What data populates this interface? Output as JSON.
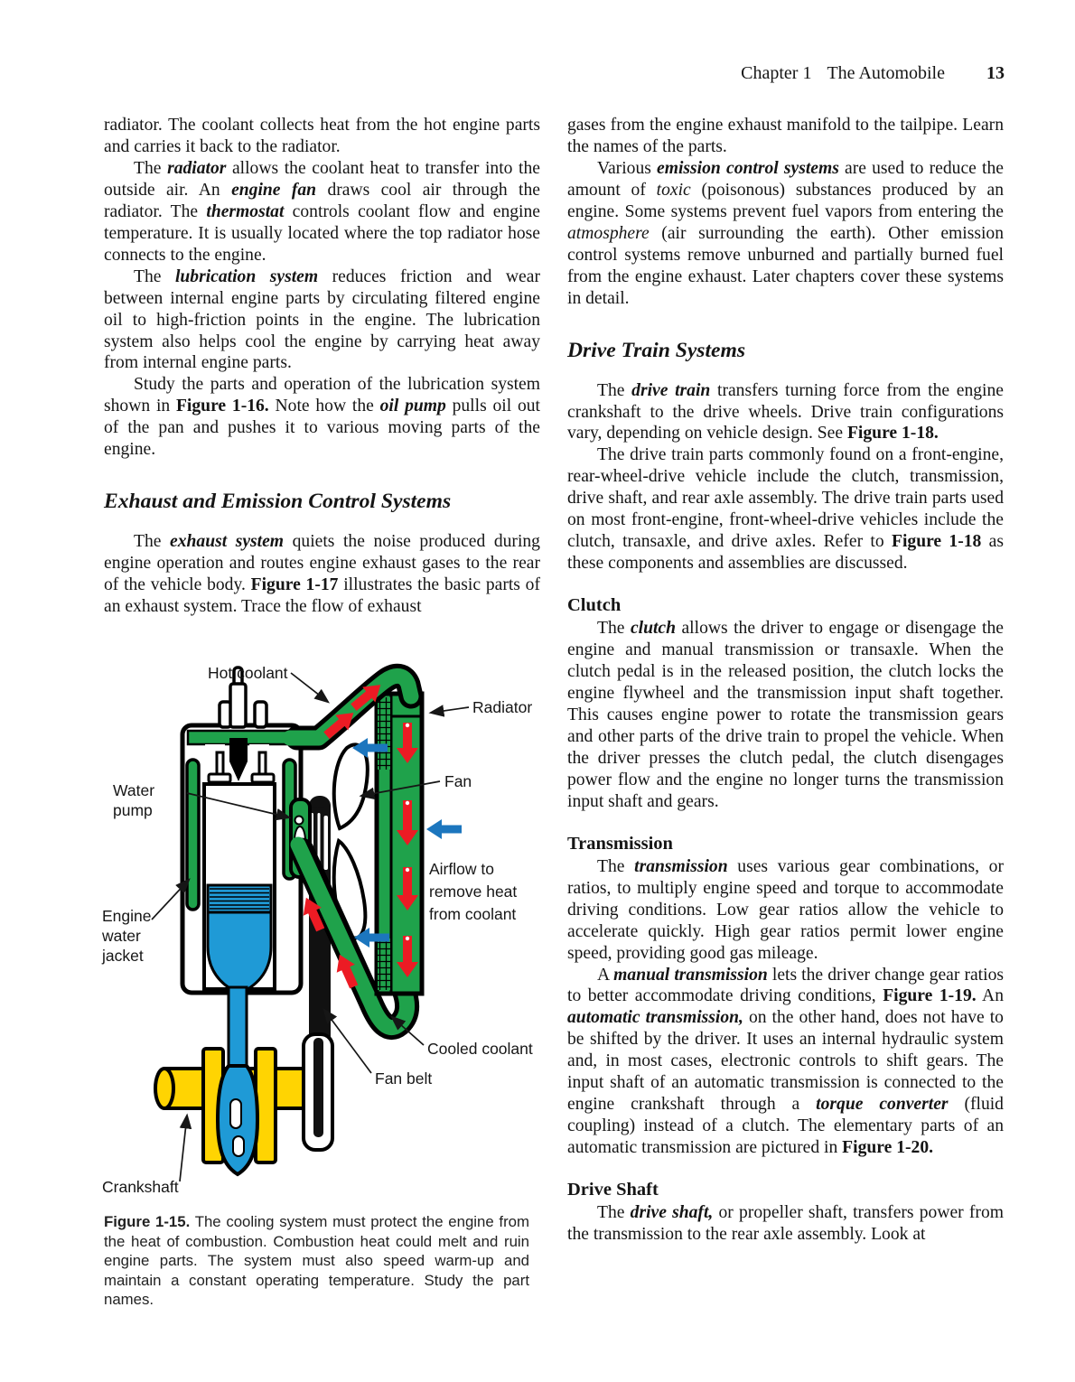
{
  "header": {
    "chapter_label": "Chapter 1",
    "book_title": "The Automobile",
    "page_number": "13"
  },
  "left_column": {
    "blocks": [
      {
        "type": "p",
        "cls": "noindent",
        "name": "paragraph",
        "runs": [
          {
            "t": "radiator. The coolant collects heat from the hot engine parts and carries it back to the radiator."
          }
        ]
      },
      {
        "type": "p",
        "name": "paragraph",
        "runs": [
          {
            "t": "The "
          },
          {
            "t": "radiator",
            "s": "bi"
          },
          {
            "t": " allows the coolant heat to transfer into the outside air. An "
          },
          {
            "t": "engine fan",
            "s": "bi"
          },
          {
            "t": " draws cool air through the radiator. The "
          },
          {
            "t": "thermostat",
            "s": "bi"
          },
          {
            "t": " controls coolant flow and engine temperature. It is usually located where the top radiator hose connects to the engine."
          }
        ]
      },
      {
        "type": "p",
        "name": "paragraph",
        "runs": [
          {
            "t": "The "
          },
          {
            "t": "lubrication system",
            "s": "bi"
          },
          {
            "t": " reduces friction and wear between internal engine parts by circulating filtered engine oil to high-friction points in the engine. The lubrication system also helps cool the engine by carrying heat away from internal engine parts."
          }
        ]
      },
      {
        "type": "p",
        "name": "paragraph",
        "runs": [
          {
            "t": "Study the parts and operation of the lubrication system shown in "
          },
          {
            "t": "Figure 1-16.",
            "s": "b"
          },
          {
            "t": " Note how the "
          },
          {
            "t": "oil pump",
            "s": "bi"
          },
          {
            "t": " pulls oil out of the pan and pushes it to various moving parts of the engine."
          }
        ]
      },
      {
        "type": "h2",
        "name": "section-heading-exhaust",
        "text": "Exhaust and Emission Control Systems"
      },
      {
        "type": "p",
        "name": "paragraph",
        "runs": [
          {
            "t": "The "
          },
          {
            "t": "exhaust system",
            "s": "bi"
          },
          {
            "t": " quiets the noise produced during engine operation and routes engine exhaust gases to the rear of the vehicle body. "
          },
          {
            "t": "Figure 1-17",
            "s": "b"
          },
          {
            "t": " illustrates the basic parts of an exhaust system. Trace the flow of exhaust"
          }
        ]
      }
    ]
  },
  "right_column": {
    "blocks": [
      {
        "type": "p",
        "cls": "noindent",
        "name": "paragraph",
        "runs": [
          {
            "t": "gases from the engine exhaust manifold to the tailpipe. Learn the names of the parts."
          }
        ]
      },
      {
        "type": "p",
        "name": "paragraph",
        "runs": [
          {
            "t": "Various "
          },
          {
            "t": "emission control systems",
            "s": "bi"
          },
          {
            "t": " are used to reduce the amount of "
          },
          {
            "t": "toxic",
            "s": "i"
          },
          {
            "t": " (poisonous) substances produced by an engine. Some systems prevent fuel vapors from entering the "
          },
          {
            "t": "atmosphere",
            "s": "i"
          },
          {
            "t": " (air surrounding the earth). Other emission control systems remove unburned and partially burned fuel from the engine exhaust. Later chapters cover these systems in detail."
          }
        ]
      },
      {
        "type": "h2",
        "name": "section-heading-drive-train",
        "text": "Drive Train Systems"
      },
      {
        "type": "p",
        "name": "paragraph",
        "runs": [
          {
            "t": "The "
          },
          {
            "t": "drive train",
            "s": "bi"
          },
          {
            "t": " transfers turning force from the engine crankshaft to the drive wheels. Drive train configurations vary, depending on vehicle design. See "
          },
          {
            "t": "Figure 1-18.",
            "s": "b"
          }
        ]
      },
      {
        "type": "p",
        "name": "paragraph",
        "runs": [
          {
            "t": "The drive train parts commonly found on a front-engine, rear-wheel-drive vehicle include the clutch, transmission, drive shaft, and rear axle assembly. The drive train parts used on most front-engine, front-wheel-drive vehicles include the clutch, transaxle, and drive axles. Refer to "
          },
          {
            "t": "Figure 1-18",
            "s": "b"
          },
          {
            "t": " as these components and assemblies are discussed."
          }
        ]
      },
      {
        "type": "h3",
        "name": "subheading-clutch",
        "text": "Clutch"
      },
      {
        "type": "p",
        "name": "paragraph",
        "runs": [
          {
            "t": "The "
          },
          {
            "t": "clutch",
            "s": "bi"
          },
          {
            "t": " allows the driver to engage or disengage the engine and manual transmission or transaxle. When the clutch pedal is in the released position, the clutch locks the engine flywheel and the transmission input shaft together. This causes engine power to rotate the transmission gears and other parts of the drive train to propel the vehicle. When the driver presses the clutch pedal, the clutch disengages power flow and the engine no longer turns the transmission input shaft and gears."
          }
        ]
      },
      {
        "type": "h3",
        "name": "subheading-transmission",
        "text": "Transmission"
      },
      {
        "type": "p",
        "name": "paragraph",
        "runs": [
          {
            "t": "The "
          },
          {
            "t": "transmission",
            "s": "bi"
          },
          {
            "t": " uses various gear combinations, or ratios, to multiply engine speed and torque to accommodate driving conditions. Low gear ratios allow the vehicle to accelerate quickly. High gear ratios permit lower engine speed, providing good gas mileage."
          }
        ]
      },
      {
        "type": "p",
        "name": "paragraph",
        "runs": [
          {
            "t": "A "
          },
          {
            "t": "manual transmission",
            "s": "bi"
          },
          {
            "t": " lets the driver change gear ratios to better accommodate driving conditions, "
          },
          {
            "t": "Figure 1-19.",
            "s": "b"
          },
          {
            "t": " An "
          },
          {
            "t": "automatic transmission,",
            "s": "bi"
          },
          {
            "t": " on the other hand, does not have to be shifted by the driver. It uses an internal hydraulic system and, in most cases, electronic controls to shift gears. The input shaft of an automatic transmission is connected to the engine crankshaft through a "
          },
          {
            "t": "torque converter",
            "s": "bi"
          },
          {
            "t": " (fluid coupling) instead of a clutch. The elementary parts of an automatic transmission are pictured in "
          },
          {
            "t": "Figure 1-20.",
            "s": "b"
          }
        ]
      },
      {
        "type": "h3",
        "name": "subheading-drive-shaft",
        "text": "Drive Shaft"
      },
      {
        "type": "p",
        "name": "paragraph",
        "runs": [
          {
            "t": "The "
          },
          {
            "t": "drive shaft,",
            "s": "bi"
          },
          {
            "t": " or propeller shaft, transfers power from the transmission to the rear axle assembly. Look at"
          }
        ]
      }
    ]
  },
  "caption": {
    "blocks": [
      {
        "type": "p",
        "cls": "noindent",
        "name": "figure-caption",
        "runs": [
          {
            "t": "Figure 1-15.",
            "s": "b"
          },
          {
            "t": " The cooling system must protect the engine from the heat of combustion. Combustion heat could melt and ruin engine parts. The system must also speed warm-up and maintain a constant operating temperature. Study the part names."
          }
        ]
      }
    ]
  },
  "figure": {
    "labels": {
      "hot_coolant": "Hot coolant",
      "radiator": "Radiator",
      "fan": "Fan",
      "water_pump": [
        "Water",
        "pump"
      ],
      "engine_water_jacket": [
        "Engine",
        "water",
        "jacket"
      ],
      "airflow": [
        "Airflow to",
        "remove heat",
        "from coolant"
      ],
      "cooled_coolant": "Cooled coolant",
      "fan_belt": "Fan belt",
      "crankshaft": "Crankshaft"
    },
    "colors": {
      "coolant_green": "#1fa24b",
      "hot_red": "#ec1b24",
      "air_blue": "#1c76be",
      "piston_blue": "#1f9ad6",
      "crank_yellow": "#ffd402"
    }
  }
}
